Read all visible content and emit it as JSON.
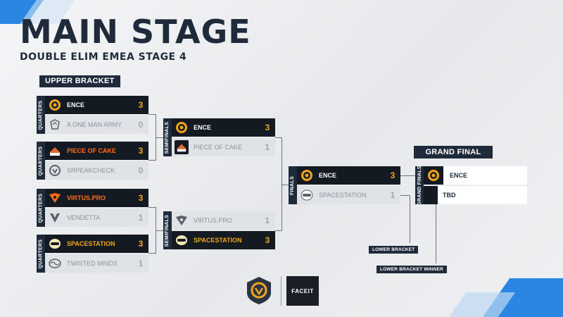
{
  "header": {
    "title": "MAIN STAGE",
    "subtitle": "DOUBLE ELIM EMEA STAGE 4"
  },
  "sections": {
    "upper_bracket": "UPPER BRACKET",
    "grand_final": "GRAND FINAL"
  },
  "rounds": {
    "quarters": "QUARTERS",
    "semifinals": "SEMIFINALS",
    "finals": "FINALS",
    "grand_finals": "GRAND FINALS"
  },
  "matches": {
    "q1": {
      "t1": {
        "name": "ENCE",
        "score": "3"
      },
      "t2": {
        "name": "A ONE MAN ARMY",
        "score": "0"
      }
    },
    "q2": {
      "t1": {
        "name": "PIECE OF CAKE",
        "score": "3"
      },
      "t2": {
        "name": "SRPEAKCHECK",
        "score": "0"
      }
    },
    "q3": {
      "t1": {
        "name": "VIRTUS.PRO",
        "score": "3"
      },
      "t2": {
        "name": "VENDETTA",
        "score": "1"
      }
    },
    "q4": {
      "t1": {
        "name": "SPACESTATION",
        "score": "3"
      },
      "t2": {
        "name": "TWISTED MINDS",
        "score": "1"
      }
    },
    "s1": {
      "t1": {
        "name": "ENCE",
        "score": "3"
      },
      "t2": {
        "name": "PIECE OF CAKE",
        "score": "1"
      }
    },
    "s2": {
      "t1": {
        "name": "VIRTUS.PRO",
        "score": "1"
      },
      "t2": {
        "name": "SPACESTATION",
        "score": "3"
      }
    },
    "f1": {
      "t1": {
        "name": "ENCE",
        "score": "3"
      },
      "t2": {
        "name": "SPACESTATION",
        "score": "1"
      }
    },
    "gf": {
      "t1": {
        "name": "ENCE"
      },
      "t2": {
        "name": "TBD"
      }
    }
  },
  "tags": {
    "lower_bracket": "LOWER BRACKET",
    "lower_bracket_winner": "LOWER BRACKET WINNER"
  },
  "footer": {
    "partner": "FACEIT"
  },
  "icons": {
    "ence": "ence-logo-icon",
    "one_man_army": "a-one-man-army-logo-icon",
    "piece_of_cake": "piece-of-cake-logo-icon",
    "srpeakcheck": "overwatch-logo-icon",
    "virtus_pro": "virtus-pro-logo-icon",
    "vendetta": "vendetta-logo-icon",
    "spacestation": "spacestation-logo-icon",
    "twisted_minds": "twisted-minds-logo-icon"
  },
  "colors": {
    "navy": "#1f2b3a",
    "winner_bg": "#141a22",
    "loser_bg": "#dfe2e6",
    "score_gold": "#f3a51b",
    "accent_orange": "#ff6b1a",
    "accent_blue": "#2a86e0"
  }
}
